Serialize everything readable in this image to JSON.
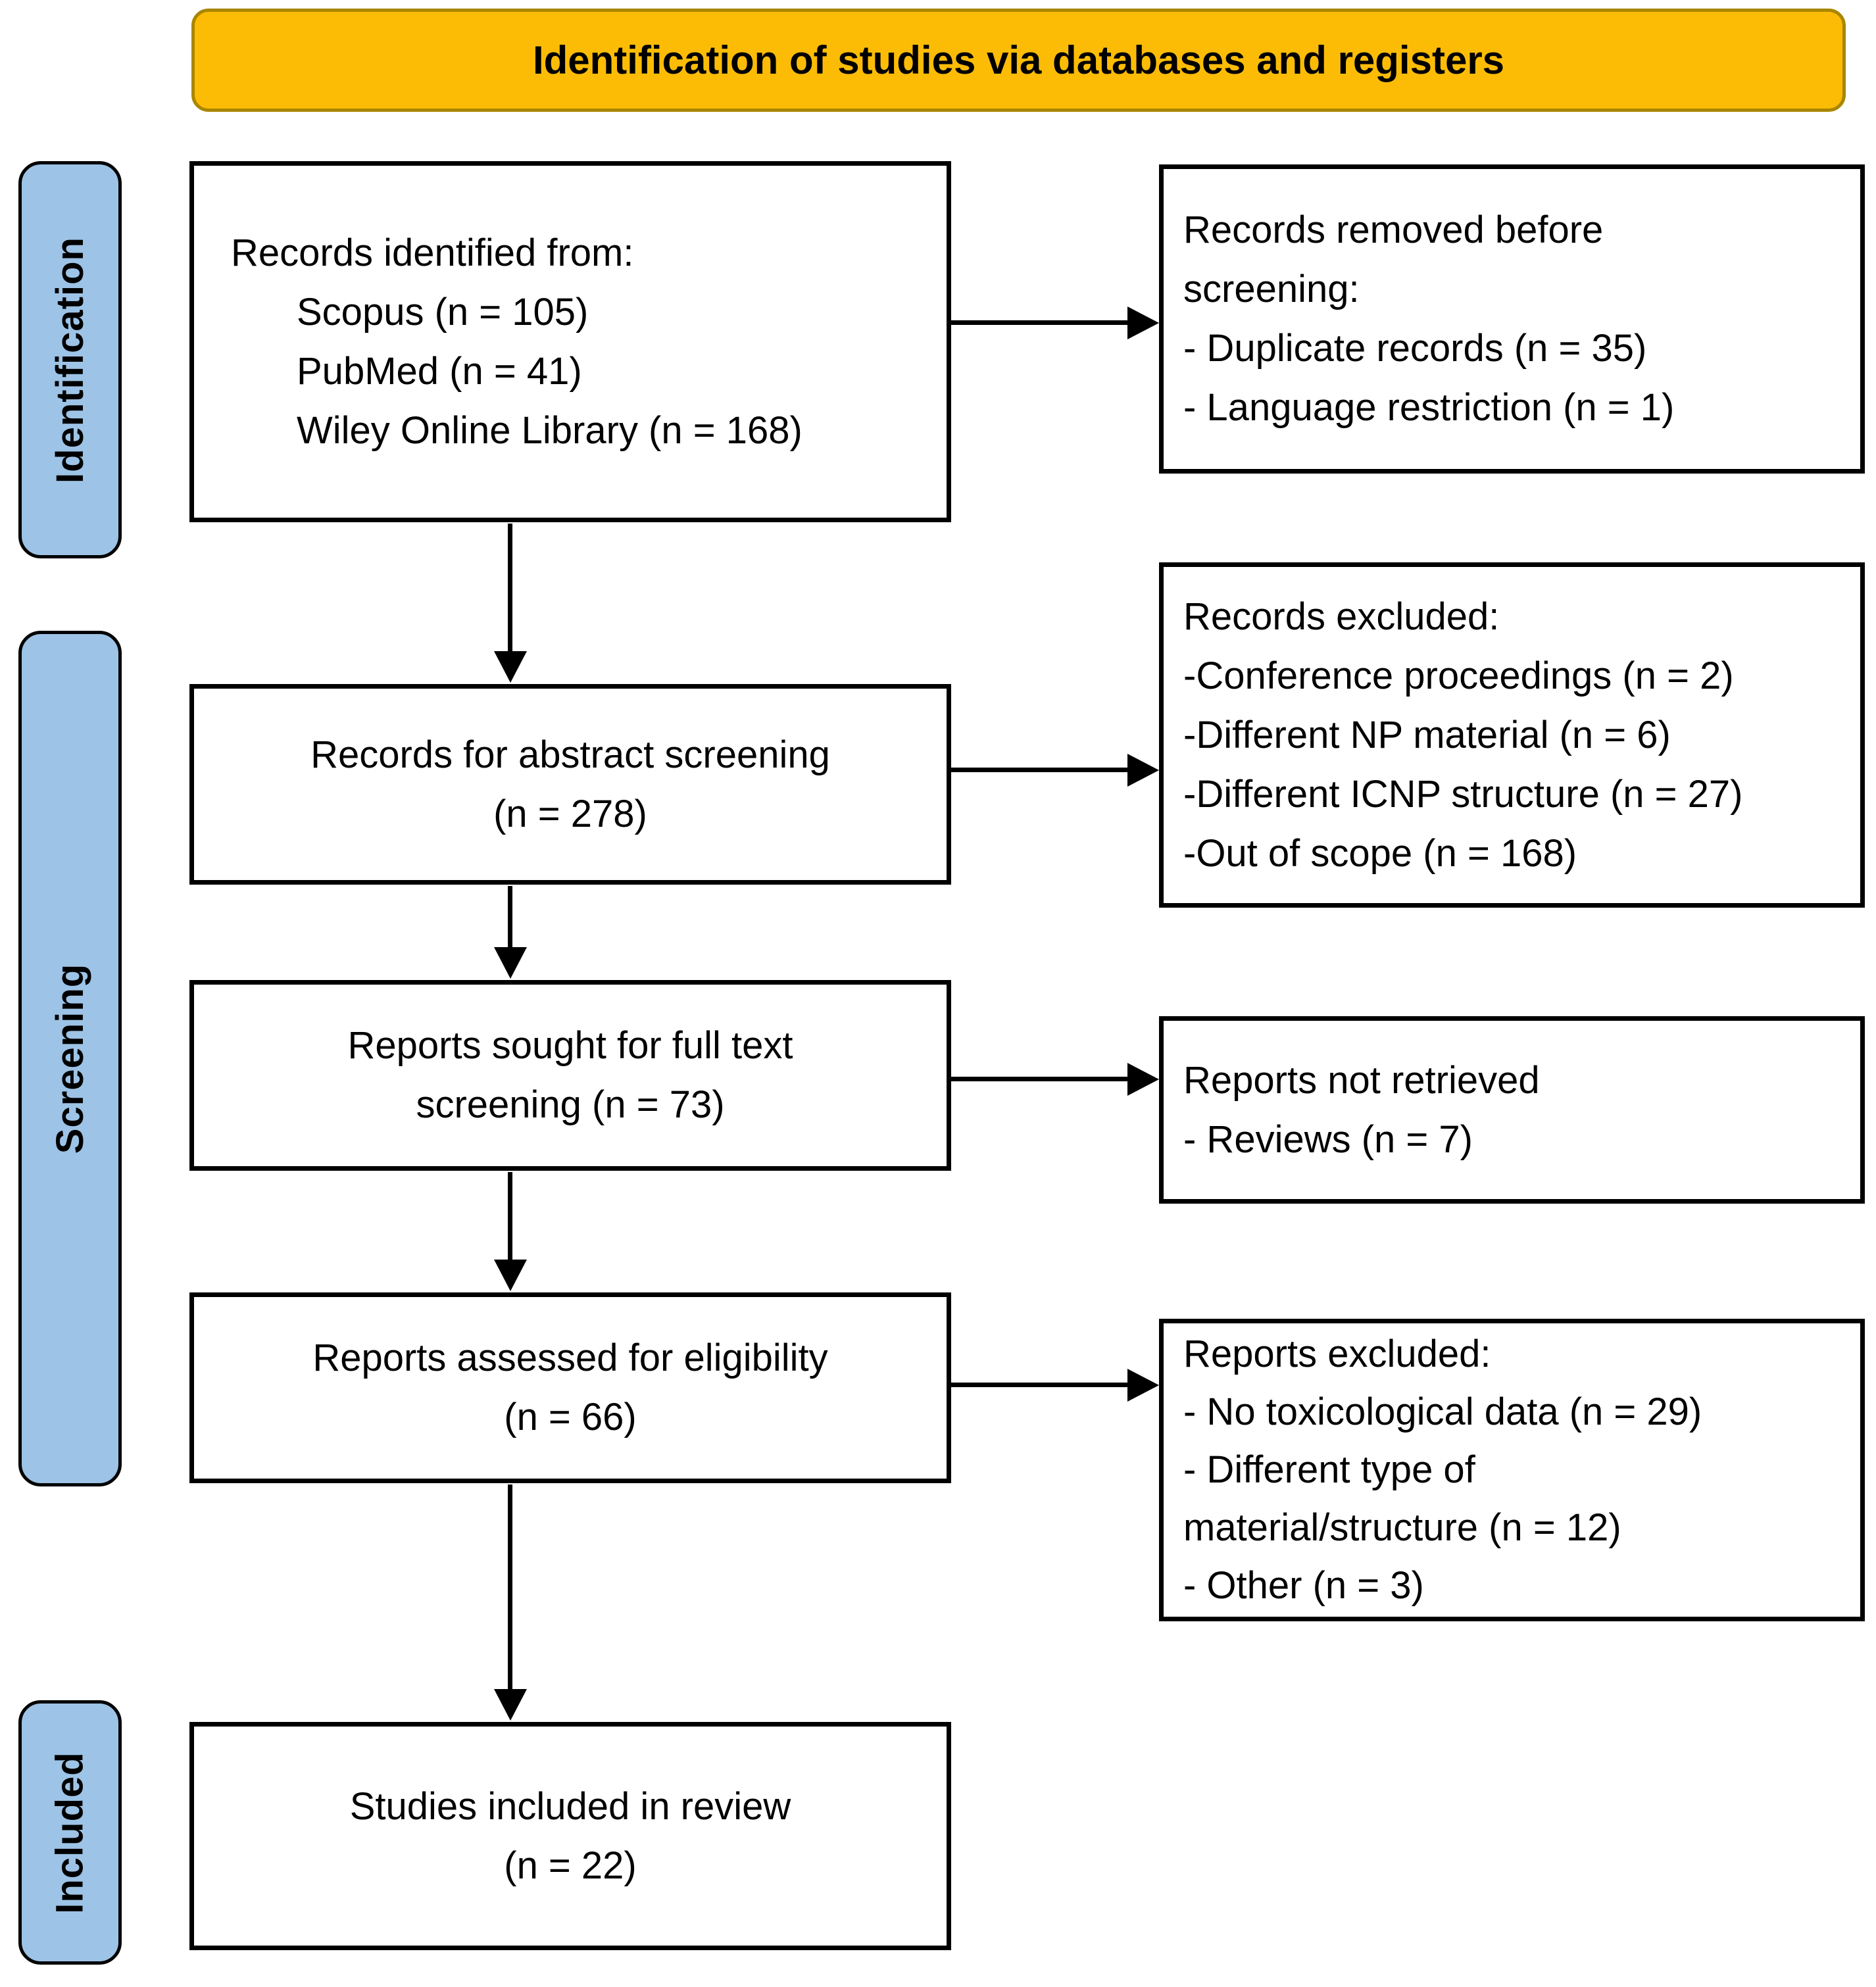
{
  "banner": {
    "label": "Identification of studies via databases and registers"
  },
  "colors": {
    "banner_bg": "#FCBC05",
    "banner_border": "#A98600",
    "stage_bg": "#9DC3E6",
    "box_border": "#000000",
    "arrow": "#000000"
  },
  "stages": [
    {
      "label": "Identification"
    },
    {
      "label": "Screening"
    },
    {
      "label": "Included"
    }
  ],
  "main": [
    {
      "lines": [
        "Records identified from:",
        "Scopus (n = 105)",
        "PubMed (n = 41)",
        "Wiley Online Library (n = 168)"
      ]
    },
    {
      "lines": [
        "Records for abstract screening",
        "(n = 278)"
      ]
    },
    {
      "lines": [
        "Reports sought for full text",
        "screening (n = 73)"
      ]
    },
    {
      "lines": [
        "Reports assessed for eligibility",
        "(n = 66)"
      ]
    },
    {
      "lines": [
        "Studies included in review",
        "(n = 22)"
      ]
    }
  ],
  "side": [
    {
      "lines": [
        "Records removed before",
        "screening:",
        "- Duplicate records (n = 35)",
        "- Language restriction (n = 1)"
      ]
    },
    {
      "lines": [
        "Records excluded:",
        "-Conference proceedings (n = 2)",
        "-Different NP material (n = 6)",
        "-Different ICNP structure (n = 27)",
        "-Out of scope (n = 168)"
      ]
    },
    {
      "lines": [
        "Reports not retrieved",
        "- Reviews (n = 7)"
      ]
    },
    {
      "lines": [
        "Reports excluded:",
        "- No toxicological data (n = 29)",
        "- Different type of",
        "material/structure (n = 12)",
        "- Other (n = 3)"
      ]
    }
  ]
}
